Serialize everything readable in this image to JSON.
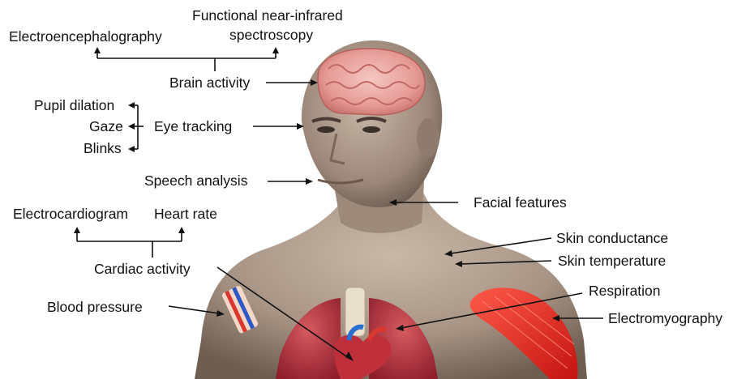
{
  "labels": {
    "fnirs_line1": "Functional near-infrared",
    "fnirs_line2": "spectroscopy",
    "eeg": "Electroencephalography",
    "brain_activity": "Brain activity",
    "pupil_dilation": "Pupil dilation",
    "gaze": "Gaze",
    "blinks": "Blinks",
    "eye_tracking": "Eye tracking",
    "speech_analysis": "Speech analysis",
    "facial_features": "Facial features",
    "electrocardiogram": "Electrocardiogram",
    "heart_rate": "Heart rate",
    "cardiac_activity": "Cardiac activity",
    "skin_conductance": "Skin conductance",
    "skin_temperature": "Skin temperature",
    "respiration": "Respiration",
    "blood_pressure": "Blood pressure",
    "electromyography": "Electromyography"
  }
}
